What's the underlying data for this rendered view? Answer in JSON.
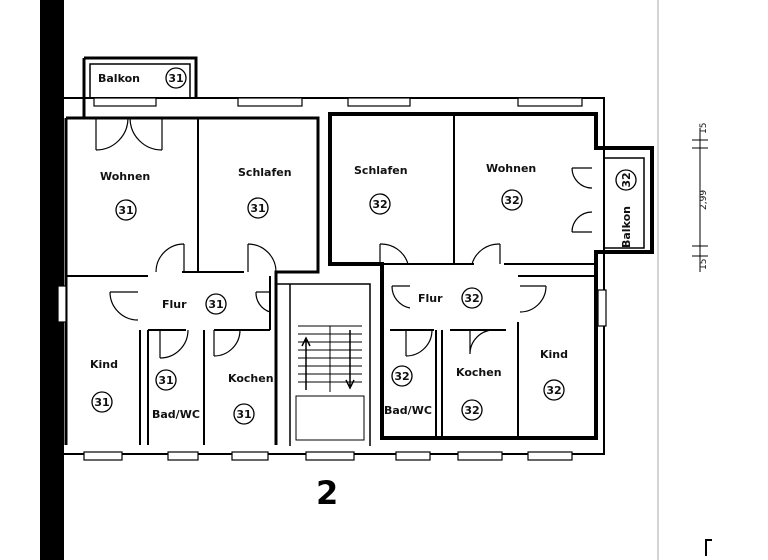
{
  "floor_number": "2",
  "rooms": [
    {
      "id": "balkon-31",
      "label": "Balkon",
      "unit": "31"
    },
    {
      "id": "wohnen-31",
      "label": "Wohnen",
      "unit": "31"
    },
    {
      "id": "schlafen-31",
      "label": "Schlafen",
      "unit": "31"
    },
    {
      "id": "flur-31",
      "label": "Flur",
      "unit": "31"
    },
    {
      "id": "kind-31",
      "label": "Kind",
      "unit": "31"
    },
    {
      "id": "bad-31",
      "label": "Bad/WC",
      "unit": "31"
    },
    {
      "id": "kochen-31",
      "label": "Kochen",
      "unit": "31"
    },
    {
      "id": "schlafen-32",
      "label": "Schlafen",
      "unit": "32"
    },
    {
      "id": "wohnen-32",
      "label": "Wohnen",
      "unit": "32"
    },
    {
      "id": "balkon-32",
      "label": "Balkon",
      "unit": "32"
    },
    {
      "id": "flur-32",
      "label": "Flur",
      "unit": "32"
    },
    {
      "id": "kind-32",
      "label": "Kind",
      "unit": "32"
    },
    {
      "id": "kochen-32",
      "label": "Kochen",
      "unit": "32"
    },
    {
      "id": "bad-32",
      "label": "Bad/WC",
      "unit": "32"
    }
  ],
  "dimensions": {
    "top": "15",
    "middle": "2,99",
    "bottom": "15"
  }
}
